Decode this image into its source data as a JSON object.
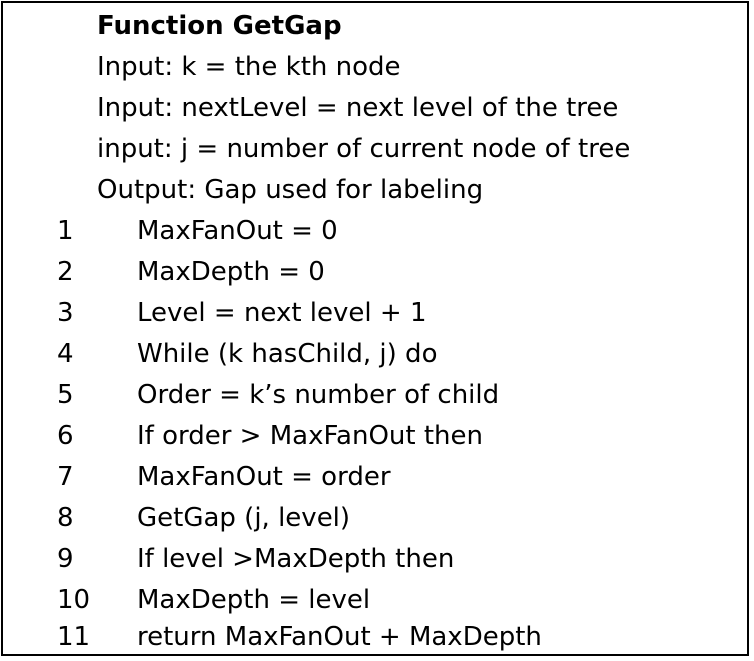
{
  "algorithm": {
    "title": "Function GetGap",
    "header_lines": [
      "Input: k = the kth node",
      "Input: nextLevel = next level of the tree",
      "input: j = number of current node of tree",
      "Output: Gap used for labeling"
    ],
    "steps": [
      {
        "num": "1",
        "text": "MaxFanOut = 0"
      },
      {
        "num": "2",
        "text": "MaxDepth = 0"
      },
      {
        "num": "3",
        "text": "Level = next level + 1"
      },
      {
        "num": "4",
        "text": "While (k hasChild, j) do"
      },
      {
        "num": "5",
        "text": "Order = k’s number of child"
      },
      {
        "num": "6",
        "text": "If order > MaxFanOut then"
      },
      {
        "num": "7",
        "text": "MaxFanOut = order"
      },
      {
        "num": "8",
        "text": "GetGap (j, level)"
      },
      {
        "num": "9",
        "text": "If level >MaxDepth then"
      },
      {
        "num": "10",
        "text": "MaxDepth = level"
      },
      {
        "num": "11",
        "text": "return MaxFanOut + MaxDepth"
      }
    ]
  }
}
